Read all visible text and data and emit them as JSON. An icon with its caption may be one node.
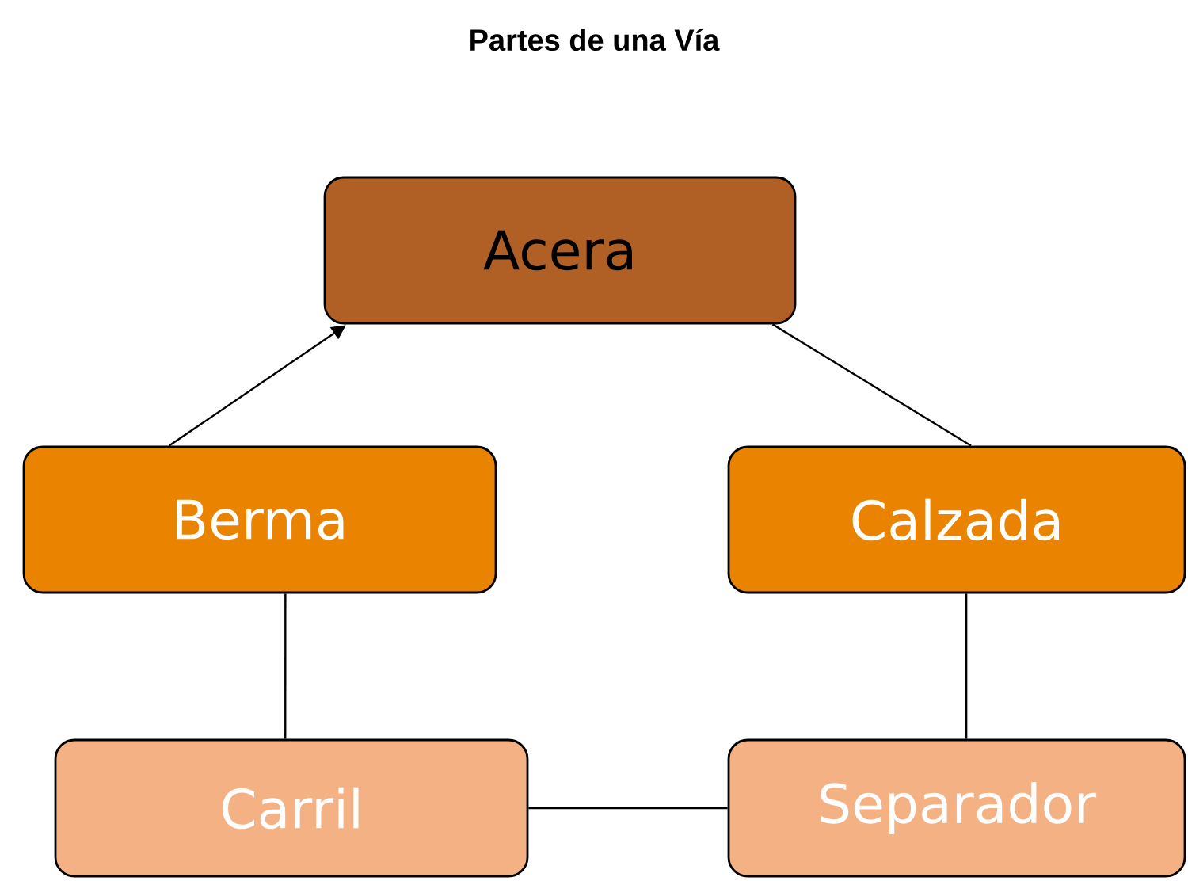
{
  "diagram": {
    "title": "Partes de una Vía",
    "nodes": [
      {
        "text": [
          "Acera"
        ]
      },
      {
        "text": [
          "Berma"
        ]
      },
      {
        "text": [
          "Calzada"
        ]
      },
      {
        "text": [
          "Carril"
        ]
      },
      {
        "text": [
          "Separador"
        ]
      }
    ],
    "edges": [
      {
        "from": 1,
        "to": 0,
        "arrow": "to"
      },
      {
        "from": 0,
        "to": 2,
        "arrow": "none"
      },
      {
        "from": 2,
        "to": 4,
        "arrow": "none"
      },
      {
        "from": 4,
        "to": 3,
        "arrow": "none"
      },
      {
        "from": 3,
        "to": 1,
        "arrow": "none"
      }
    ]
  }
}
